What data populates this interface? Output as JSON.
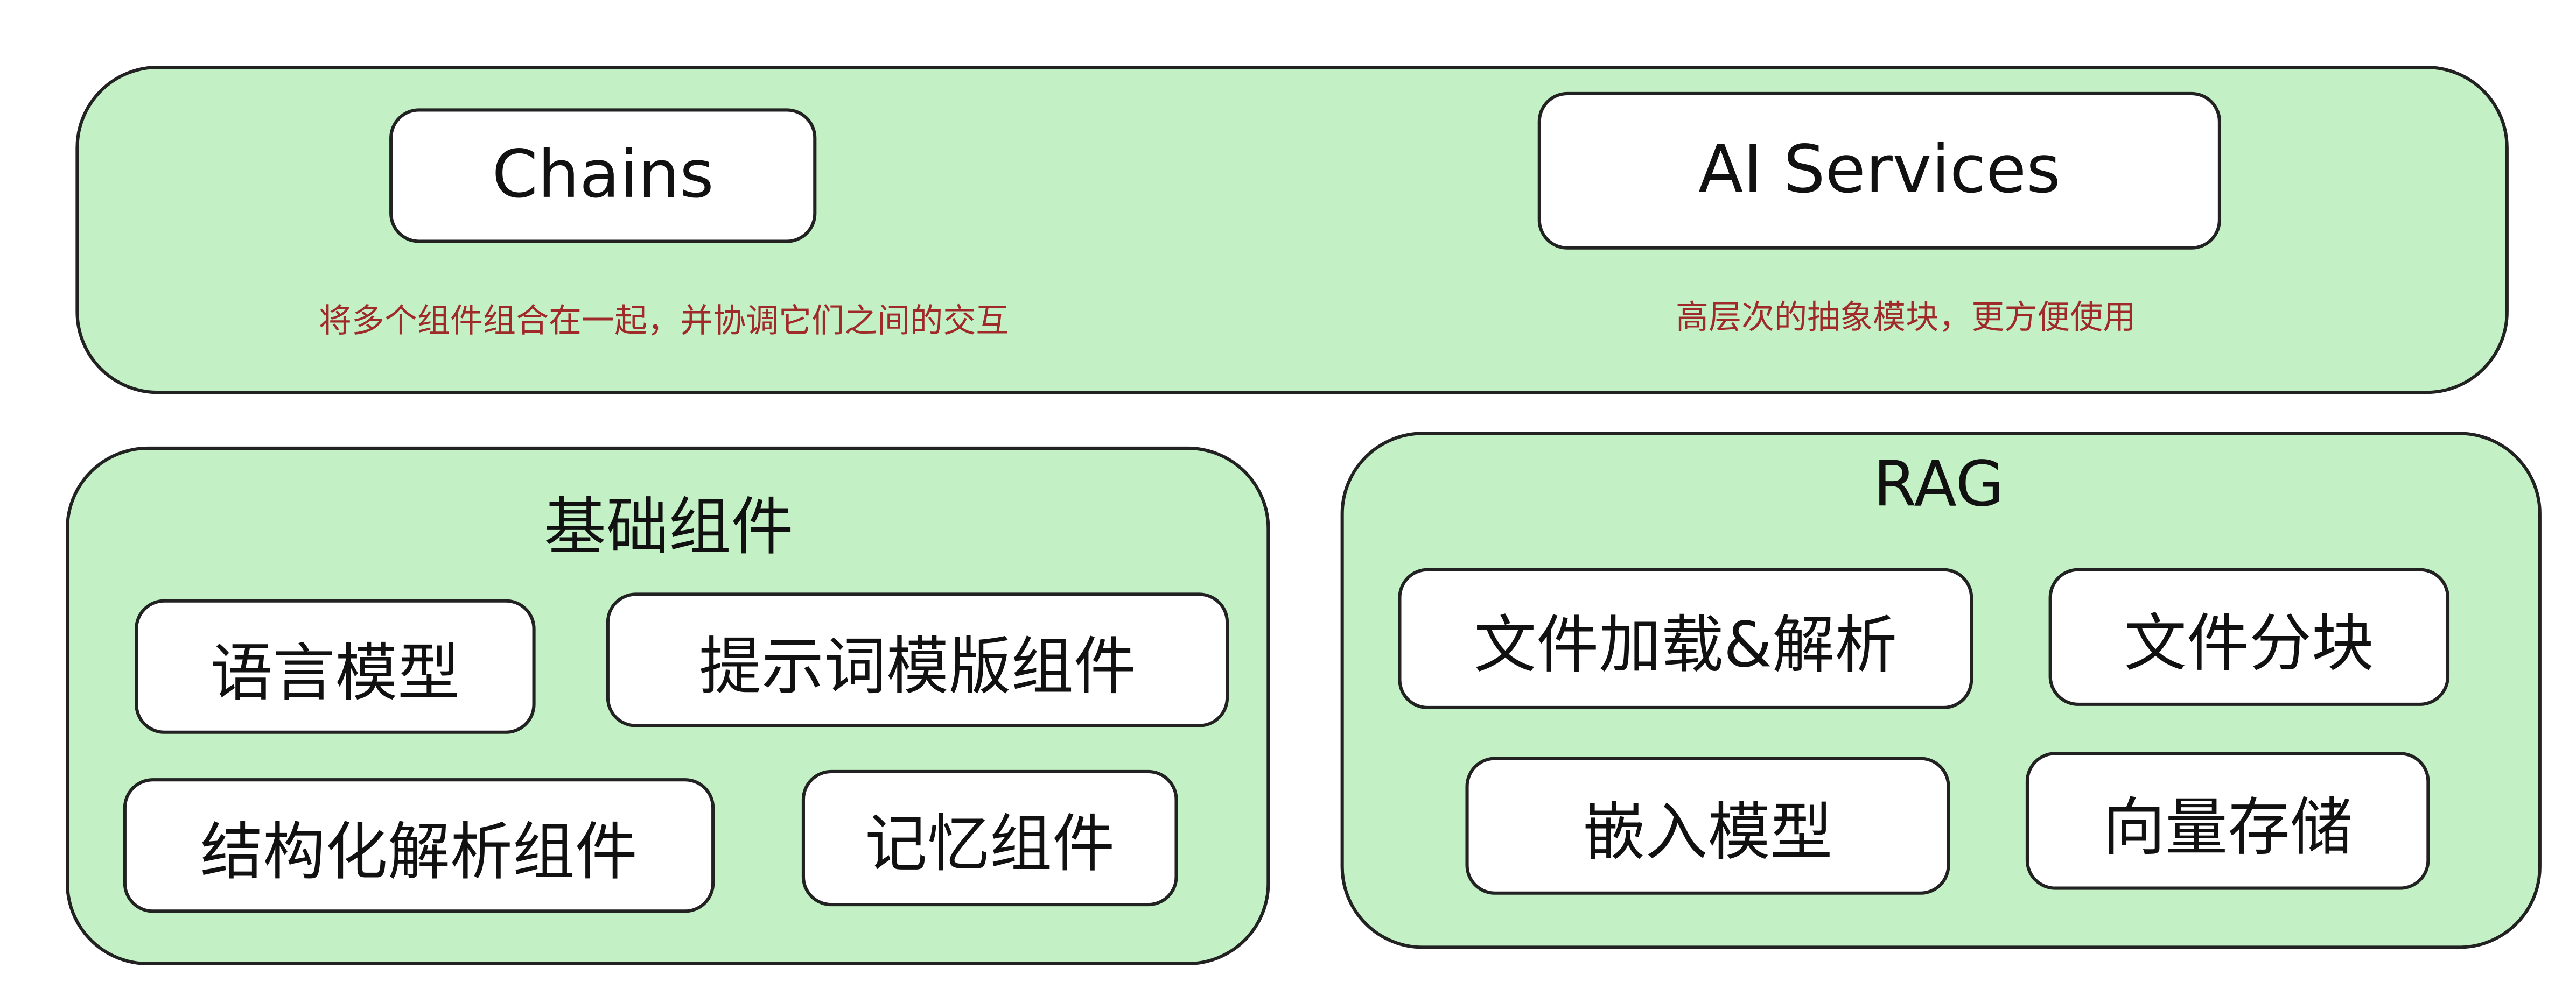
{
  "colors": {
    "panel_fill": "#c3f0c5",
    "box_fill": "#ffffff",
    "border": "#222222",
    "note_text": "#a02a2a"
  },
  "top": {
    "chains": {
      "label": "Chains",
      "note": "将多个组件组合在一起，并协调它们之间的交互"
    },
    "ai_services": {
      "label": "AI Services",
      "note": "高层次的抽象模块，更方便使用"
    }
  },
  "basic": {
    "title": "基础组件",
    "items": [
      "语言模型",
      "提示词模版组件",
      "结构化解析组件",
      "记忆组件"
    ]
  },
  "rag": {
    "title": "RAG",
    "items": [
      "文件加载&解析",
      "文件分块",
      "嵌入模型",
      "向量存储"
    ]
  }
}
